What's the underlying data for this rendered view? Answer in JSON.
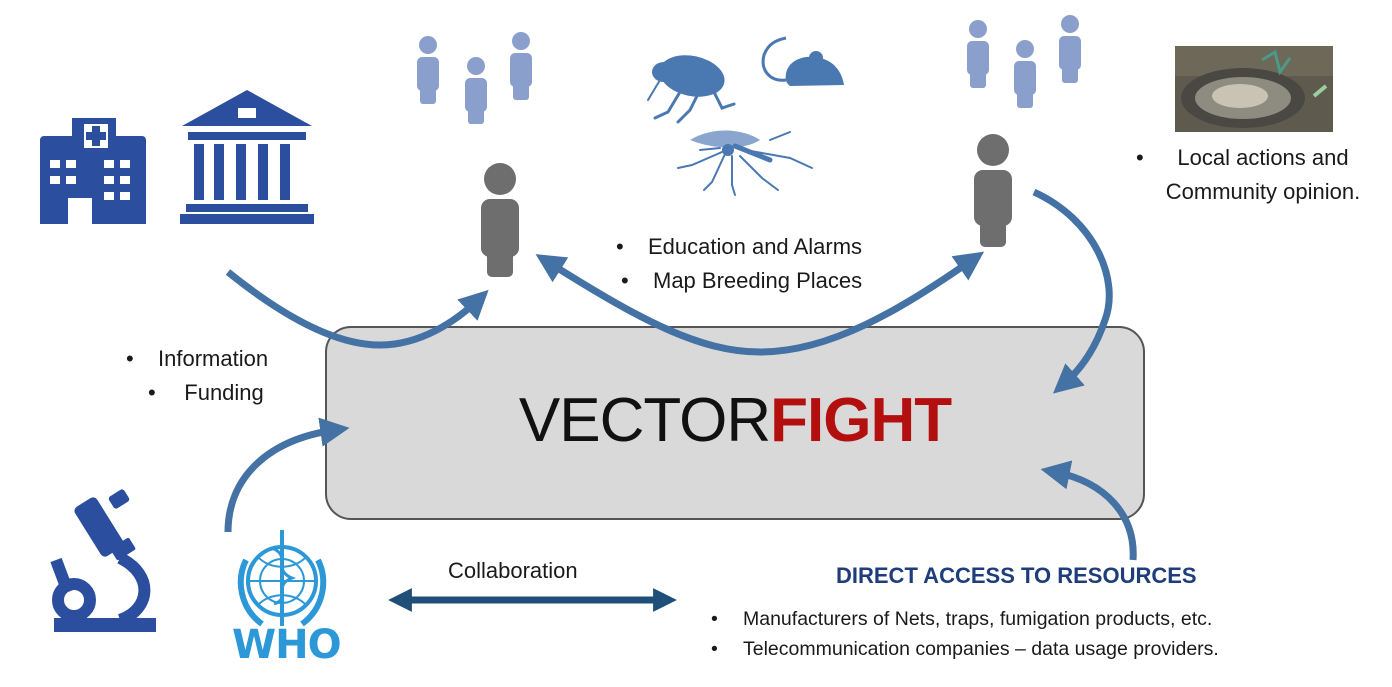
{
  "colors": {
    "arrow": "#4472a4",
    "arrow_dark": "#1f4e79",
    "building": "#2b4f9e",
    "person_gray": "#6e6e6e",
    "person_blue": "#8b9fcc",
    "insect": "#4a78b0",
    "brand_red": "#b40f0f",
    "who_blue": "#2d98d8"
  },
  "icons": [
    "hospital-icon",
    "government-building-icon",
    "people-group-icon",
    "person-icon",
    "flea-icon",
    "mouse-icon",
    "mosquito-icon",
    "tire-breeding-site-icon",
    "microscope-icon",
    "who-emblem-icon"
  ],
  "center": {
    "brand_part1": "VECTOR",
    "brand_part2": "FIGHT"
  },
  "left_labels": [
    "Information",
    "Funding"
  ],
  "middle_labels": [
    "Education and Alarms",
    "Map Breeding Places"
  ],
  "right_labels": [
    "Local actions and",
    "Community opinion."
  ],
  "who": {
    "label": "WHO"
  },
  "collaboration": {
    "label": "Collaboration"
  },
  "resources": {
    "title": "DIRECT ACCESS  TO RESOURCES",
    "items": [
      "Manufacturers of Nets, traps, fumigation products, etc.",
      "Telecommunication companies – data usage providers."
    ]
  }
}
